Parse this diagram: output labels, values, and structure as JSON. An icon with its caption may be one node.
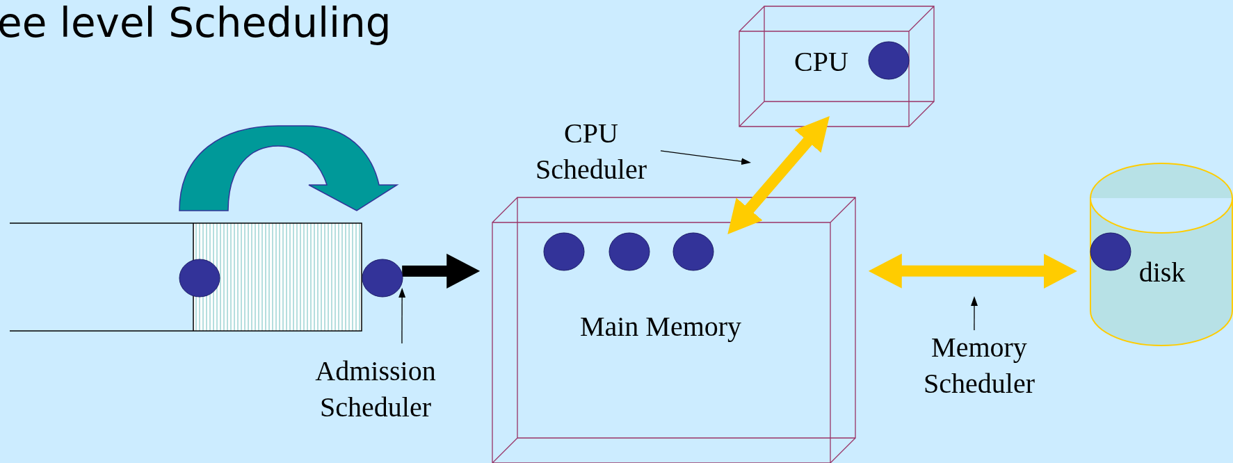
{
  "diagram": {
    "title": "ee level Scheduling",
    "nodes": [
      {
        "text": [],
        "shape": "box"
      },
      {
        "text": [
          "Main Memory"
        ]
      },
      {
        "text": [
          "CPU"
        ]
      },
      {
        "text": [
          "disk"
        ]
      },
      {
        "text": [
          "CPU Scheduler"
        ]
      },
      {
        "text": [
          "Admission Scheduler"
        ]
      },
      {
        "text": [
          "Memory Scheduler"
        ]
      }
    ],
    "edges": [
      {
        "from": 0,
        "to": 1,
        "arrow": "to",
        "style": "thick"
      },
      {
        "from": 1,
        "to": 2,
        "arrow": "both",
        "style": "thick",
        "color": "#ffcc00"
      },
      {
        "from": 1,
        "to": 3,
        "arrow": "both",
        "style": "thick",
        "color": "#ffcc00"
      },
      {
        "from": 4,
        "to": null,
        "arrow": "to"
      },
      {
        "from": 5,
        "to": 0,
        "arrow": "to"
      },
      {
        "from": 6,
        "to": null,
        "arrow": "to"
      }
    ]
  }
}
